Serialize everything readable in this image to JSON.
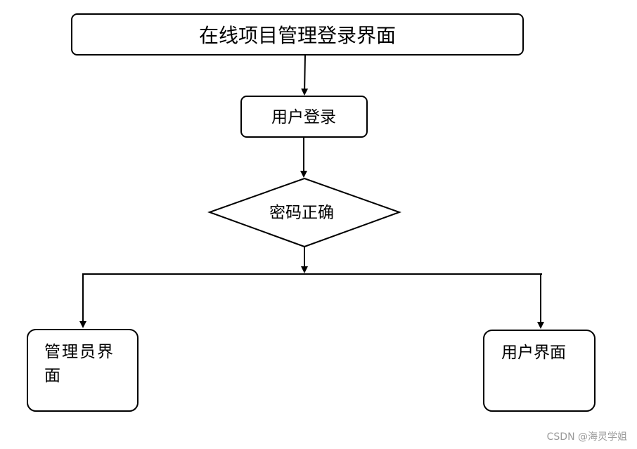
{
  "nodes": {
    "title": "在线项目管理登录界面",
    "login": "用户登录",
    "decision": "密码正确",
    "admin_line1": "管理员界",
    "admin_line2": "面",
    "user": "用户界面"
  },
  "watermark": "CSDN @海灵学姐",
  "colors": {
    "stroke": "#000000",
    "fill": "#ffffff",
    "watermark": "#9a9a9a"
  }
}
